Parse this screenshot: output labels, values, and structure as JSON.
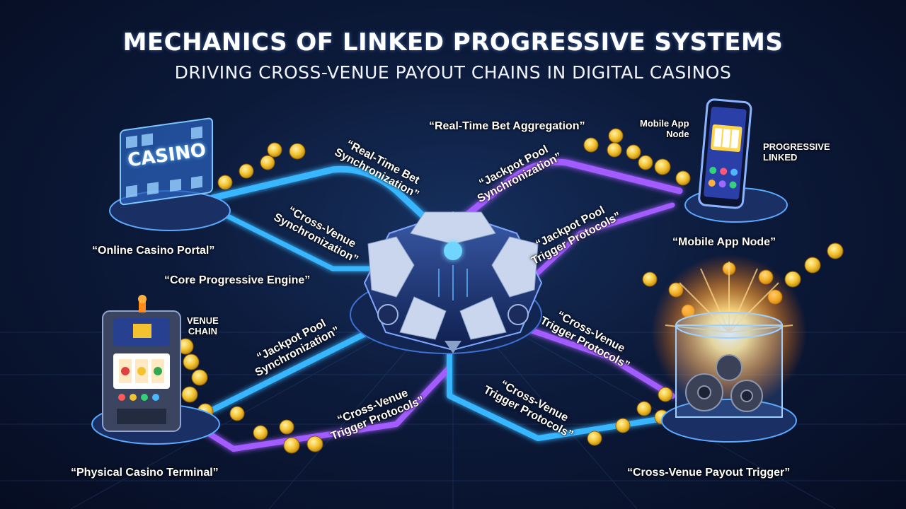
{
  "title": "MECHANICS OF LINKED PROGRESSIVE SYSTEMS",
  "subtitle": "DRIVING CROSS-VENUE PAYOUT CHAINS IN DIGITAL CASINOS",
  "colors": {
    "blue_link": "#39b6ff",
    "purple_link": "#a35bff",
    "coin": "#f2c230",
    "background": "#0b1733"
  },
  "nodes": {
    "online_portal": {
      "label": "“Online Casino Portal”",
      "screen_text": "CASINO",
      "icon": "casino-screen-icon"
    },
    "mobile_app": {
      "label": "“Mobile App Node”",
      "tag": "Mobile App\nNode",
      "side_tag": "PROGRESSIVE\nLINKED",
      "icon": "smartphone-icon"
    },
    "core_engine": {
      "label": "“Core Progressive Engine”",
      "icon": "hexagonal-engine-icon"
    },
    "physical_terminal": {
      "label": "“Physical Casino Terminal”",
      "tag": "VENUE\nCHAIN",
      "icon": "slot-machine-icon"
    },
    "payout_trigger": {
      "label": "“Cross-Venue Payout Trigger”",
      "icon": "gear-burst-icon"
    }
  },
  "link_labels": {
    "realtime_aggregation": "“Real-Time Bet Aggregation”",
    "realtime_sync": "“Real-Time Bet\nSynchronization”",
    "jackpot_sync_top": "“Jackpot Pool\nSynchronization”",
    "cross_venue_sync": "“Cross-Venue\nSynchronization”",
    "jackpot_trigger": "“Jackpot Pool\nTrigger Protocols”",
    "jackpot_sync_left": "“Jackpot Pool\nSynchronization”",
    "cross_trigger_right": "“Cross-Venue\nTrigger Protocols”",
    "cross_trigger_bottom_left": "“Cross-Venue\nTrigger Protocols”",
    "cross_trigger_bottom_right": "“Cross-Venue\nTrigger Protocols”"
  }
}
